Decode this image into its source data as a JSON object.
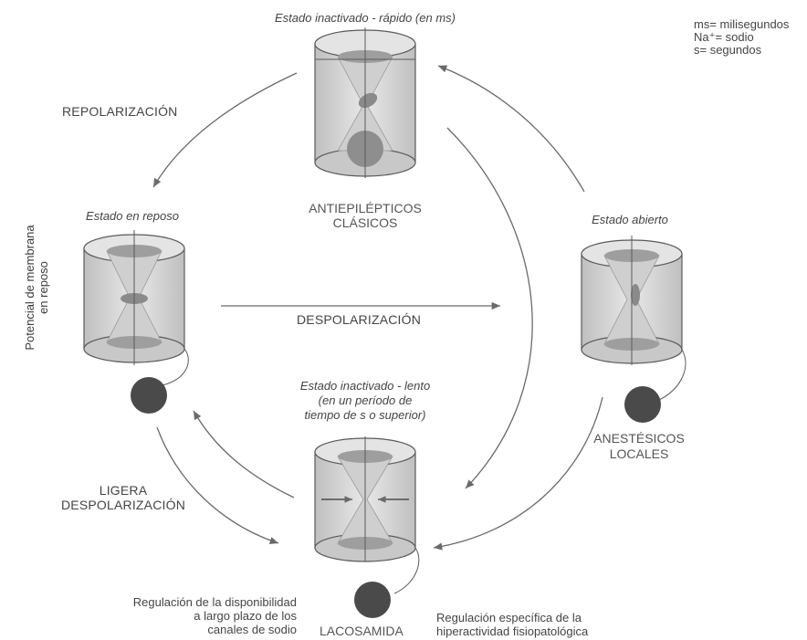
{
  "legend": {
    "ms": "ms= milisegundos",
    "na": "Na⁺= sodio",
    "s": "s= segundos"
  },
  "states": {
    "inactivated_fast": "Estado inactivado - rápido (en ms)",
    "resting": "Estado en reposo",
    "open": "Estado abierto",
    "inactivated_slow_1": "Estado inactivado - lento",
    "inactivated_slow_2": "(en un período de",
    "inactivated_slow_3": "tiempo de s o superior)"
  },
  "transitions": {
    "repolarization": "REPOLARIZACIÓN",
    "depolarization": "DESPOLARIZACIÓN",
    "slight_depolarization_1": "LIGERA",
    "slight_depolarization_2": "DESPOLARIZACIÓN"
  },
  "drugs": {
    "antiepileptics_1": "ANTIEPILÉPTICOS",
    "antiepileptics_2": "CLÁSICOS",
    "local_anesthetics_1": "ANESTÉSICOS",
    "local_anesthetics_2": "LOCALES",
    "lacosamide": "LACOSAMIDA"
  },
  "axis": {
    "membrane_1": "Potencial de membrana",
    "membrane_2": "en reposo"
  },
  "notes": {
    "left_1": "Regulación de la disponibilidad",
    "left_2": "a largo plazo de los",
    "left_3": "canales de sodio",
    "right_1": "Regulación específica de la",
    "right_2": "hiperactividad fisiopatológica"
  },
  "colors": {
    "cylinder_fill": "#d9d9d9",
    "cylinder_stroke": "#5a5a5a",
    "blocker": "#4a4a4a",
    "arrow": "#6a6a6a"
  }
}
